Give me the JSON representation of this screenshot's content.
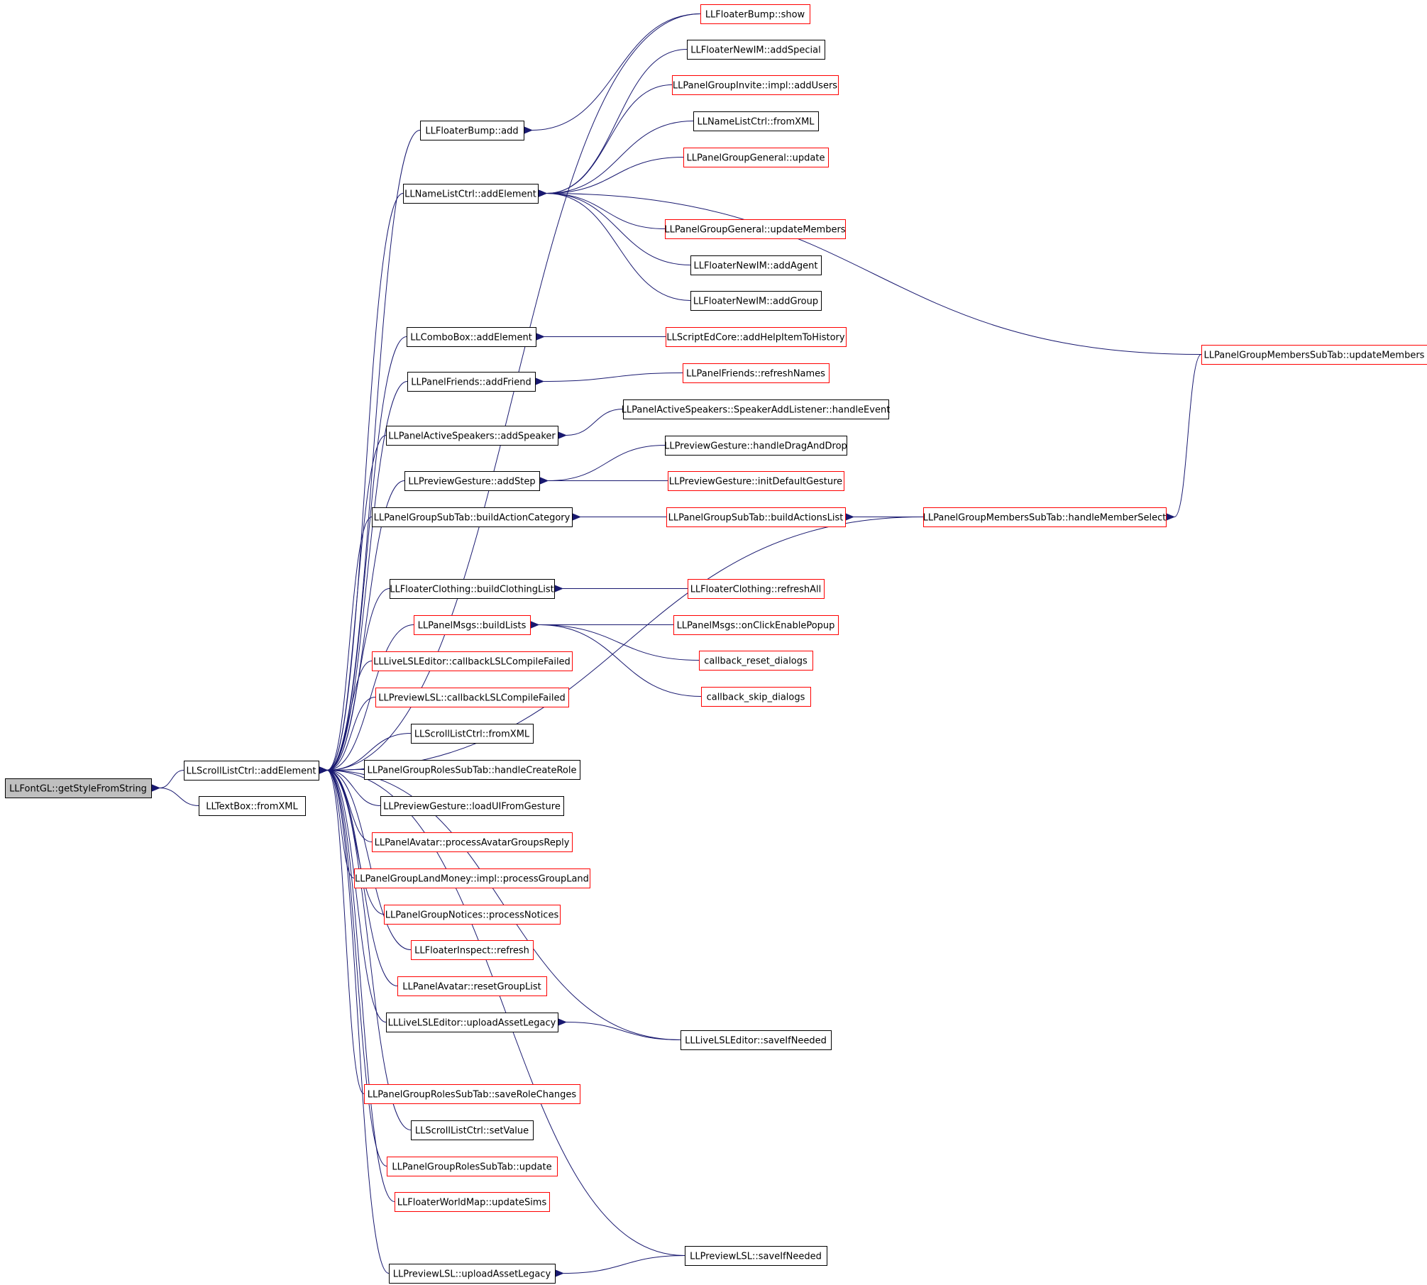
{
  "diagram": {
    "type": "call-graph",
    "colors": {
      "edge": "#191970",
      "node_border_default": "#000000",
      "node_border_truncated": "#ff0000",
      "node_fill_root": "#bfbfbf",
      "node_fill": "#ffffff"
    },
    "nodes": [
      {
        "id": "n0",
        "label": "LLFontGL::getStyleFromString",
        "border": "black",
        "root": true
      },
      {
        "id": "n1",
        "label": "LLScrollListCtrl::addElement",
        "border": "black"
      },
      {
        "id": "n2",
        "label": "LLTextBox::fromXML",
        "border": "black"
      },
      {
        "id": "n3",
        "label": "LLFloaterBump::show",
        "border": "red"
      },
      {
        "id": "n4",
        "label": "LLFloaterBump::add",
        "border": "black"
      },
      {
        "id": "n5",
        "label": "LLNameListCtrl::addElement",
        "border": "black"
      },
      {
        "id": "n6",
        "label": "LLFloaterNewIM::addSpecial",
        "border": "black"
      },
      {
        "id": "n7",
        "label": "LLPanelGroupInvite::impl::addUsers",
        "border": "red"
      },
      {
        "id": "n8",
        "label": "LLNameListCtrl::fromXML",
        "border": "black"
      },
      {
        "id": "n9",
        "label": "LLPanelGroupGeneral::update",
        "border": "red"
      },
      {
        "id": "n10",
        "label": "LLPanelGroupGeneral::updateMembers",
        "border": "red"
      },
      {
        "id": "n11",
        "label": "LLFloaterNewIM::addAgent",
        "border": "black"
      },
      {
        "id": "n12",
        "label": "LLFloaterNewIM::addGroup",
        "border": "black"
      },
      {
        "id": "n13",
        "label": "LLPanelGroupMembersSubTab::updateMembers",
        "border": "red"
      },
      {
        "id": "n14",
        "label": "LLComboBox::addElement",
        "border": "black"
      },
      {
        "id": "n15",
        "label": "LLScriptEdCore::addHelpItemToHistory",
        "border": "red"
      },
      {
        "id": "n16",
        "label": "LLPanelFriends::addFriend",
        "border": "black"
      },
      {
        "id": "n17",
        "label": "LLPanelFriends::refreshNames",
        "border": "red"
      },
      {
        "id": "n18",
        "label": "LLPanelActiveSpeakers::addSpeaker",
        "border": "black"
      },
      {
        "id": "n19",
        "label": "LLPanelActiveSpeakers::SpeakerAddListener::handleEvent",
        "border": "black"
      },
      {
        "id": "n20",
        "label": "LLPreviewGesture::addStep",
        "border": "black"
      },
      {
        "id": "n21",
        "label": "LLPreviewGesture::handleDragAndDrop",
        "border": "black"
      },
      {
        "id": "n22",
        "label": "LLPreviewGesture::initDefaultGesture",
        "border": "red"
      },
      {
        "id": "n23",
        "label": "LLPanelGroupSubTab::buildActionCategory",
        "border": "black"
      },
      {
        "id": "n24",
        "label": "LLPanelGroupSubTab::buildActionsList",
        "border": "red"
      },
      {
        "id": "n25",
        "label": "LLPanelGroupMembersSubTab::handleMemberSelect",
        "border": "red"
      },
      {
        "id": "n26",
        "label": "LLFloaterClothing::buildClothingList",
        "border": "black"
      },
      {
        "id": "n27",
        "label": "LLFloaterClothing::refreshAll",
        "border": "red"
      },
      {
        "id": "n28",
        "label": "LLPanelMsgs::buildLists",
        "border": "red"
      },
      {
        "id": "n29",
        "label": "LLPanelMsgs::onClickEnablePopup",
        "border": "red"
      },
      {
        "id": "n30",
        "label": "callback_reset_dialogs",
        "border": "red"
      },
      {
        "id": "n31",
        "label": "callback_skip_dialogs",
        "border": "red"
      },
      {
        "id": "n32",
        "label": "LLLiveLSLEditor::callbackLSLCompileFailed",
        "border": "red"
      },
      {
        "id": "n33",
        "label": "LLPreviewLSL::callbackLSLCompileFailed",
        "border": "red"
      },
      {
        "id": "n34",
        "label": "LLScrollListCtrl::fromXML",
        "border": "black"
      },
      {
        "id": "n35",
        "label": "LLPanelGroupRolesSubTab::handleCreateRole",
        "border": "black"
      },
      {
        "id": "n36",
        "label": "LLPreviewGesture::loadUIFromGesture",
        "border": "black"
      },
      {
        "id": "n37",
        "label": "LLPanelAvatar::processAvatarGroupsReply",
        "border": "red"
      },
      {
        "id": "n38",
        "label": "LLPanelGroupLandMoney::impl::processGroupLand",
        "border": "red"
      },
      {
        "id": "n39",
        "label": "LLPanelGroupNotices::processNotices",
        "border": "red"
      },
      {
        "id": "n40",
        "label": "LLFloaterInspect::refresh",
        "border": "red"
      },
      {
        "id": "n41",
        "label": "LLPanelAvatar::resetGroupList",
        "border": "red"
      },
      {
        "id": "n42",
        "label": "LLLiveLSLEditor::uploadAssetLegacy",
        "border": "black"
      },
      {
        "id": "n43",
        "label": "LLLiveLSLEditor::saveIfNeeded",
        "border": "black"
      },
      {
        "id": "n44",
        "label": "LLPanelGroupRolesSubTab::saveRoleChanges",
        "border": "red"
      },
      {
        "id": "n45",
        "label": "LLScrollListCtrl::setValue",
        "border": "black"
      },
      {
        "id": "n46",
        "label": "LLPanelGroupRolesSubTab::update",
        "border": "red"
      },
      {
        "id": "n47",
        "label": "LLFloaterWorldMap::updateSims",
        "border": "red"
      },
      {
        "id": "n48",
        "label": "LLPreviewLSL::saveIfNeeded",
        "border": "black"
      },
      {
        "id": "n49",
        "label": "LLPreviewLSL::uploadAssetLegacy",
        "border": "black"
      }
    ],
    "edges": [
      {
        "from": "n1",
        "to": "n0"
      },
      {
        "from": "n2",
        "to": "n0"
      },
      {
        "from": "n3",
        "to": "n1"
      },
      {
        "from": "n4",
        "to": "n1"
      },
      {
        "from": "n5",
        "to": "n1"
      },
      {
        "from": "n14",
        "to": "n1"
      },
      {
        "from": "n16",
        "to": "n1"
      },
      {
        "from": "n18",
        "to": "n1"
      },
      {
        "from": "n20",
        "to": "n1"
      },
      {
        "from": "n23",
        "to": "n1"
      },
      {
        "from": "n25",
        "to": "n1"
      },
      {
        "from": "n26",
        "to": "n1"
      },
      {
        "from": "n28",
        "to": "n1"
      },
      {
        "from": "n32",
        "to": "n1"
      },
      {
        "from": "n33",
        "to": "n1"
      },
      {
        "from": "n34",
        "to": "n1"
      },
      {
        "from": "n35",
        "to": "n1"
      },
      {
        "from": "n36",
        "to": "n1"
      },
      {
        "from": "n37",
        "to": "n1"
      },
      {
        "from": "n38",
        "to": "n1"
      },
      {
        "from": "n39",
        "to": "n1"
      },
      {
        "from": "n40",
        "to": "n1"
      },
      {
        "from": "n41",
        "to": "n1"
      },
      {
        "from": "n42",
        "to": "n1"
      },
      {
        "from": "n43",
        "to": "n1"
      },
      {
        "from": "n44",
        "to": "n1"
      },
      {
        "from": "n45",
        "to": "n1"
      },
      {
        "from": "n46",
        "to": "n1"
      },
      {
        "from": "n47",
        "to": "n1"
      },
      {
        "from": "n48",
        "to": "n1"
      },
      {
        "from": "n49",
        "to": "n1"
      },
      {
        "from": "n3",
        "to": "n4"
      },
      {
        "from": "n6",
        "to": "n5"
      },
      {
        "from": "n7",
        "to": "n5"
      },
      {
        "from": "n8",
        "to": "n5"
      },
      {
        "from": "n9",
        "to": "n5"
      },
      {
        "from": "n13",
        "to": "n5"
      },
      {
        "from": "n10",
        "to": "n5"
      },
      {
        "from": "n11",
        "to": "n5"
      },
      {
        "from": "n12",
        "to": "n5"
      },
      {
        "from": "n15",
        "to": "n14"
      },
      {
        "from": "n17",
        "to": "n16"
      },
      {
        "from": "n19",
        "to": "n18"
      },
      {
        "from": "n21",
        "to": "n20"
      },
      {
        "from": "n22",
        "to": "n20"
      },
      {
        "from": "n24",
        "to": "n23"
      },
      {
        "from": "n25",
        "to": "n24"
      },
      {
        "from": "n13",
        "to": "n25"
      },
      {
        "from": "n27",
        "to": "n26"
      },
      {
        "from": "n29",
        "to": "n28"
      },
      {
        "from": "n30",
        "to": "n28"
      },
      {
        "from": "n31",
        "to": "n28"
      },
      {
        "from": "n43",
        "to": "n42"
      },
      {
        "from": "n48",
        "to": "n49"
      }
    ]
  }
}
